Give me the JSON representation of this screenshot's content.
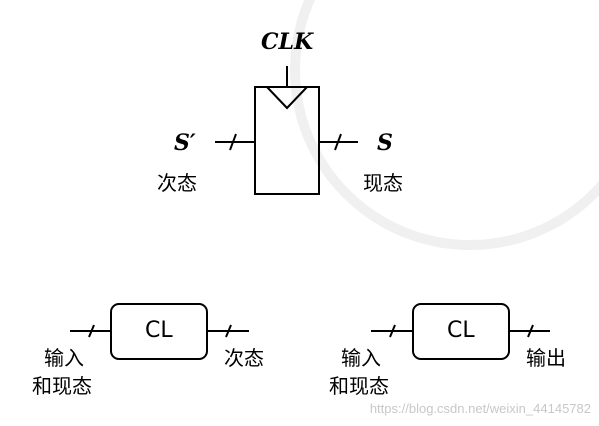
{
  "register": {
    "clock_label": "CLK",
    "input_symbol": "S′",
    "input_caption": "次态",
    "output_symbol": "S",
    "output_caption": "现态"
  },
  "logic_blocks": [
    {
      "block_label": "CL",
      "input_caption_line1": "输入",
      "input_caption_line2": "和现态",
      "output_caption": "次态"
    },
    {
      "block_label": "CL",
      "input_caption_line1": "输入",
      "input_caption_line2": "和现态",
      "output_caption": "输出"
    }
  ],
  "watermark": "https://blog.csdn.net/weixin_44145782"
}
